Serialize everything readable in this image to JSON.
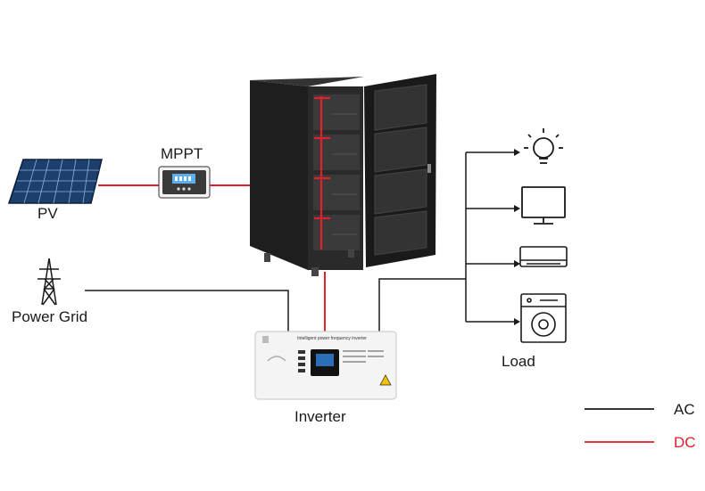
{
  "labels": {
    "pv": "PV",
    "mppt": "MPPT",
    "power_grid": "Power Grid",
    "inverter": "Inverter",
    "load": "Load"
  },
  "inverter_panel_text": "Intelligent power frequency inverter",
  "legend": [
    {
      "label": "AC",
      "color": "#1a1a1a"
    },
    {
      "label": "DC",
      "color": "#e0202a"
    }
  ],
  "colors": {
    "ac_line": "#1a1a1a",
    "dc_line": "#e0202a",
    "cabinet": "#1e1e1e",
    "solar_panel": "#1d3f6e"
  },
  "icons": [
    "solar-panel-icon",
    "mppt-controller-icon",
    "transmission-tower-icon",
    "battery-cabinet-icon",
    "inverter-icon",
    "light-bulb-icon",
    "television-icon",
    "air-conditioner-icon",
    "washing-machine-icon"
  ]
}
